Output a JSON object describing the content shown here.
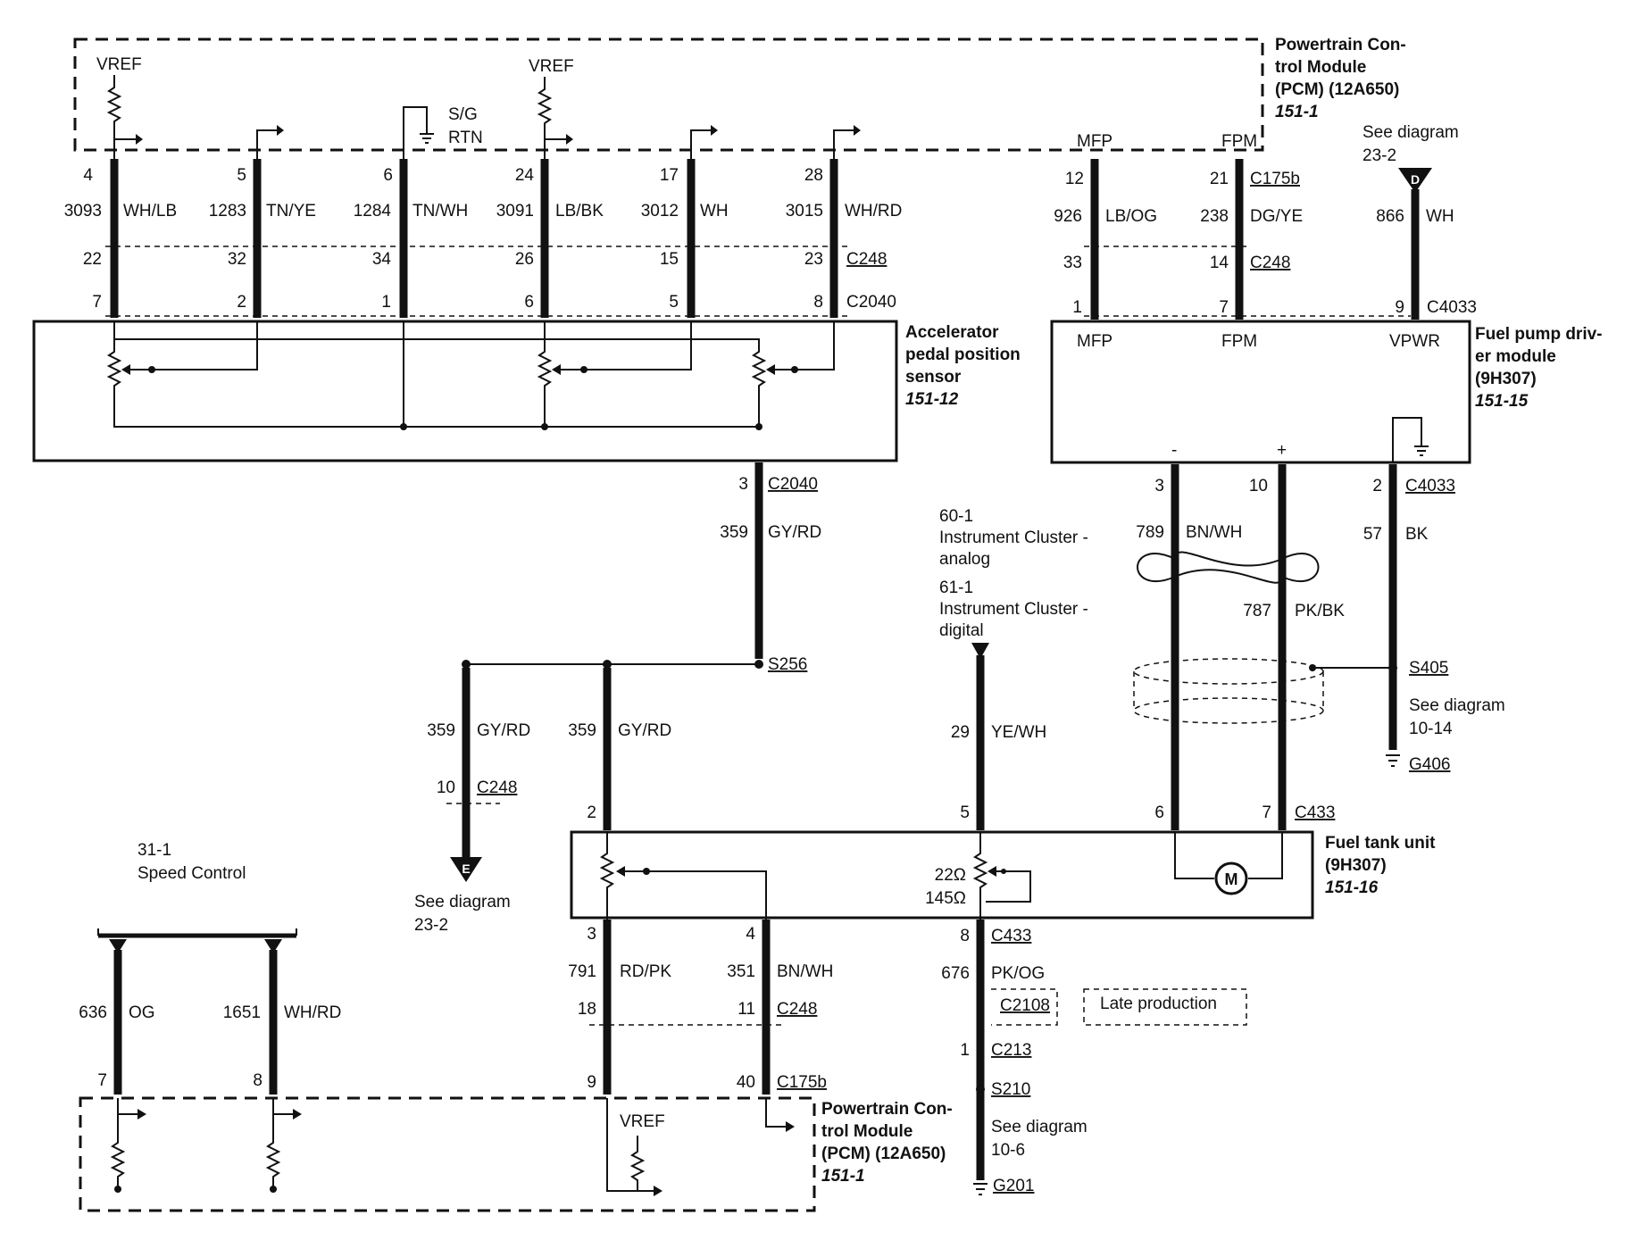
{
  "pcm_top": {
    "title": [
      "Powertrain Con-",
      "trol Module",
      "(PCM) (12A650)"
    ],
    "ref": "151-1"
  },
  "vref1": "VREF",
  "vref2": "VREF",
  "sig_rtn": [
    "S/G",
    "RTN"
  ],
  "mfp": "MFP",
  "fpm": "FPM",
  "top_wires": [
    {
      "pin_top": "4",
      "circuit": "3093",
      "color": "WH/LB",
      "pin_mid": "22",
      "pin_bot": "7"
    },
    {
      "pin_top": "5",
      "circuit": "1283",
      "color": "TN/YE",
      "pin_mid": "32",
      "pin_bot": "2"
    },
    {
      "pin_top": "6",
      "circuit": "1284",
      "color": "TN/WH",
      "pin_mid": "34",
      "pin_bot": "1"
    },
    {
      "pin_top": "24",
      "circuit": "3091",
      "color": "LB/BK",
      "pin_mid": "26",
      "pin_bot": "6"
    },
    {
      "pin_top": "17",
      "circuit": "3012",
      "color": "WH",
      "pin_mid": "15",
      "pin_bot": "5"
    },
    {
      "pin_top": "28",
      "circuit": "3015",
      "color": "WH/RD",
      "pin_mid": "23",
      "pin_bot": "8"
    }
  ],
  "fp_wires": [
    {
      "pin_top": "12",
      "circuit": "926",
      "color": "LB/OG",
      "pin_mid": "33",
      "pin_bot": "1"
    },
    {
      "pin_top": "21",
      "circuit": "238",
      "color": "DG/YE",
      "pin_mid": "14",
      "pin_bot": "7"
    }
  ],
  "conn": {
    "c175b": "C175b",
    "c248": "C248",
    "c2040": "C2040",
    "c4033": "C4033",
    "c433": "C433",
    "c2108": "C2108",
    "c213": "C213"
  },
  "see_d": {
    "text": [
      "See diagram",
      "23-2"
    ],
    "letter": "D",
    "pin": "9",
    "circuit": "866",
    "color": "WH"
  },
  "app_sensor": {
    "title": [
      "Accelerator",
      "pedal position",
      "sensor"
    ],
    "ref": "151-12"
  },
  "fpdm": {
    "title": [
      "Fuel pump driv-",
      "er module",
      "(9H307)"
    ],
    "ref": "151-15",
    "mfp": "MFP",
    "fpm": "FPM",
    "vpwr": "VPWR",
    "minus": "-",
    "plus": "+"
  },
  "gyrd": {
    "pin": "3",
    "circuit": "359",
    "color": "GY/RD",
    "splice": "S256"
  },
  "left_branch": {
    "circuit": "359",
    "color": "GY/RD",
    "pin": "10",
    "letter": "E",
    "see": [
      "See diagram",
      "23-2"
    ]
  },
  "mid_branch": {
    "circuit": "359",
    "color": "GY/RD",
    "pin": "2"
  },
  "cluster": {
    "lines": [
      "60-1",
      "Instrument Cluster -",
      "analog",
      "61-1",
      "Instrument Cluster -",
      "digital"
    ],
    "circuit": "29",
    "color": "YE/WH",
    "pin": "5"
  },
  "fp_out": {
    "neg": {
      "pin": "3",
      "circuit": "789",
      "color": "BN/WH",
      "pin_bot": "6"
    },
    "pos": {
      "pin": "10",
      "circuit": "787",
      "color": "PK/BK",
      "pin_bot": "7"
    },
    "gnd": {
      "pin": "2",
      "circuit": "57",
      "color": "BK"
    }
  },
  "s405": {
    "splice": "S405",
    "see": [
      "See diagram",
      "10-14"
    ],
    "ground": "G406"
  },
  "fuel_tank": {
    "title": [
      "Fuel tank unit",
      "(9H307)"
    ],
    "ref": "151-16",
    "r1": "22Ω",
    "r2": "145Ω",
    "motor": "M"
  },
  "bot_wires": {
    "a": {
      "pin": "3",
      "circuit": "791",
      "color": "RD/PK",
      "pin_mid": "18",
      "pin_bot": "9"
    },
    "b": {
      "pin": "4",
      "circuit": "351",
      "color": "BN/WH",
      "pin_mid": "11",
      "pin_bot": "40"
    },
    "c": {
      "pin": "8",
      "circuit": "676",
      "color": "PK/OG",
      "pin_c213": "1",
      "splice": "S210",
      "see": [
        "See diagram",
        "10-6"
      ],
      "ground": "G201"
    }
  },
  "late": "Late production",
  "speed": {
    "lines": [
      "31-1",
      "Speed Control"
    ],
    "og": {
      "circuit": "636",
      "color": "OG",
      "pin": "7"
    },
    "whrd": {
      "circuit": "1651",
      "color": "WH/RD",
      "pin": "8"
    }
  },
  "pcm_bot": {
    "title": [
      "Powertrain Con-",
      "trol Module",
      "(PCM) (12A650)"
    ],
    "ref": "151-1",
    "vref": "VREF"
  }
}
